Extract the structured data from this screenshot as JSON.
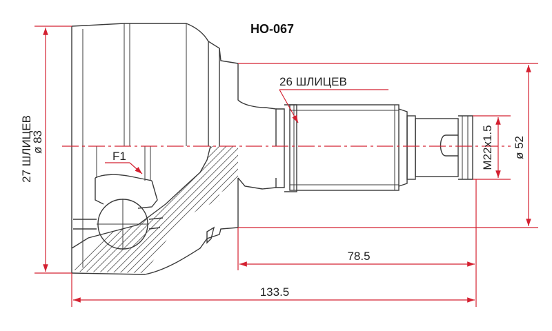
{
  "title": "HO-067",
  "labels": {
    "outer_splines": "27 ШЛИЦЕВ",
    "outer_diameter": "ø 83",
    "shaft_splines": "26 ШЛИЦЕВ",
    "thread": "M22x1.5",
    "seal_diameter": "ø 52",
    "f1": "F1",
    "length_shaft": "78.5",
    "length_total": "133.5"
  },
  "colors": {
    "dimension_line": "#d42030",
    "outline": "#3a3a3a",
    "text": "#222222"
  }
}
